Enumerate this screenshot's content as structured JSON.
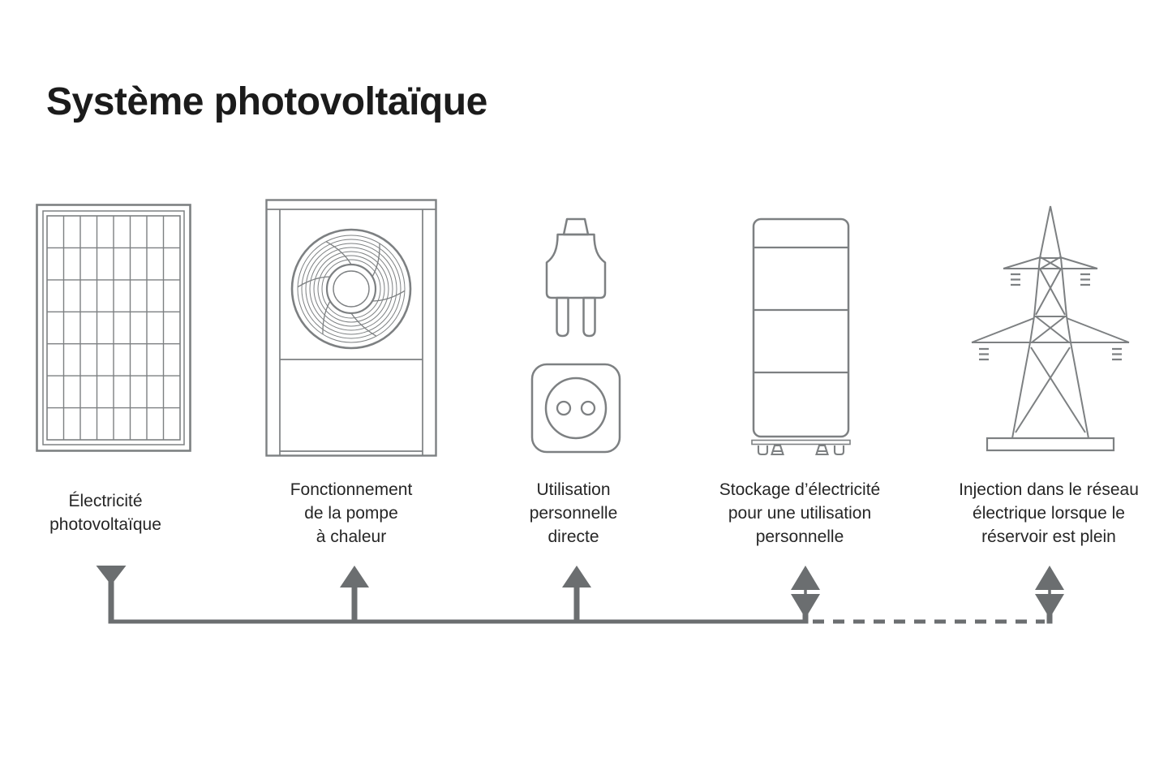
{
  "title": "Système photovoltaïque",
  "colors": {
    "background": "#ffffff",
    "icon_stroke": "#7d8082",
    "flow_color": "#6b6e70",
    "text_color": "#262626",
    "title_color": "#1b1b1b"
  },
  "items": [
    {
      "icon": "solar-panel-icon",
      "lines": [
        "Électricité",
        "photovoltaïque"
      ],
      "arrow_direction": "down"
    },
    {
      "icon": "heat-pump-icon",
      "lines": [
        "Fonctionnement",
        "de la pompe",
        "à chaleur"
      ],
      "arrow_direction": "up"
    },
    {
      "icon": "plug-socket-icon",
      "lines": [
        "Utilisation",
        "personnelle",
        "directe"
      ],
      "arrow_direction": "up"
    },
    {
      "icon": "battery-storage-icon",
      "lines": [
        "Stockage d’électricité",
        "pour une utilisation",
        "personnelle"
      ],
      "arrow_direction": "both"
    },
    {
      "icon": "power-pylon-icon",
      "lines": [
        "Injection dans le réseau",
        "électrique lorsque le",
        "réservoir est plein"
      ],
      "arrow_direction": "both"
    }
  ],
  "flow": {
    "segments": [
      {
        "from": "solar-panel",
        "to": "battery-storage",
        "style": "solid"
      },
      {
        "from": "battery-storage",
        "to": "power-pylon",
        "style": "dashed"
      }
    ]
  }
}
